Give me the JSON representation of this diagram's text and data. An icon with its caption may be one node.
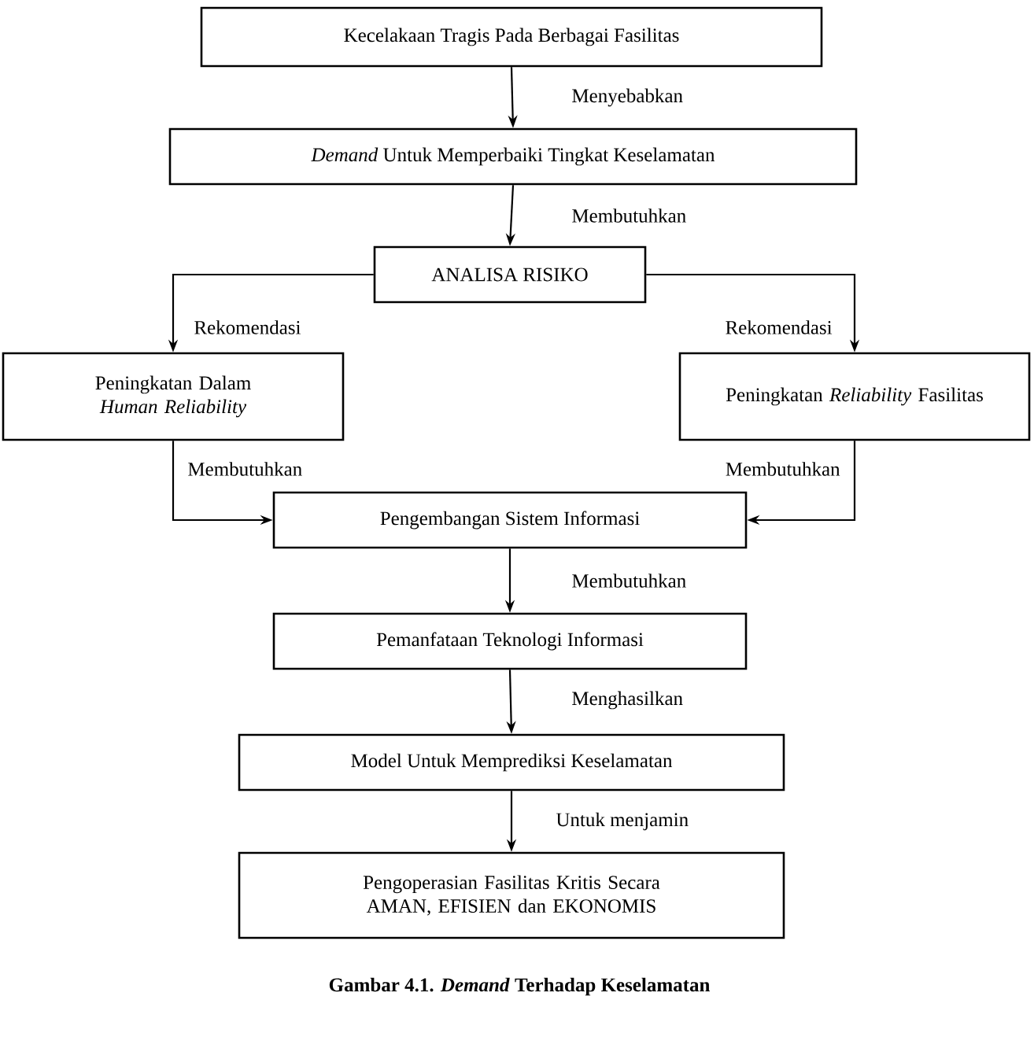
{
  "diagram": {
    "caption": "Gambar 4.1. *Demand* Terhadap Keselamatan",
    "nodes": [
      {
        "text": [
          "Kecelakaan Tragis Pada Berbagai Fasilitas"
        ]
      },
      {
        "text": [
          "*Demand* Untuk Memperbaiki Tingkat Keselamatan"
        ]
      },
      {
        "text": [
          "ANALISA RISIKO"
        ]
      },
      {
        "text": [
          "Peningkatan Dalam *Human Reliability*"
        ]
      },
      {
        "text": [
          "Peningkatan *Reliability* Fasilitas"
        ]
      },
      {
        "text": [
          "Pengembangan Sistem Informasi"
        ]
      },
      {
        "text": [
          "Pemanfataan Teknologi Informasi"
        ]
      },
      {
        "text": [
          "Model Untuk Memprediksi Keselamatan"
        ]
      },
      {
        "text": [
          "Pengoperasian Fasilitas Kritis Secara AMAN, EFISIEN dan EKONOMIS"
        ]
      }
    ],
    "edges": [
      {
        "from": 0,
        "to": 1,
        "arrow": "to",
        "label": "Menyebabkan"
      },
      {
        "from": 1,
        "to": 2,
        "arrow": "to",
        "label": "Membutuhkan"
      },
      {
        "from": 2,
        "to": 3,
        "arrow": "to",
        "label": "Rekomendasi"
      },
      {
        "from": 2,
        "to": 4,
        "arrow": "to",
        "label": "Rekomendasi"
      },
      {
        "from": 3,
        "to": 5,
        "arrow": "to",
        "label": "Membutuhkan"
      },
      {
        "from": 4,
        "to": 5,
        "arrow": "to",
        "label": "Membutuhkan"
      },
      {
        "from": 5,
        "to": 6,
        "arrow": "to",
        "label": "Membutuhkan"
      },
      {
        "from": 6,
        "to": 7,
        "arrow": "to",
        "label": "Menghasilkan"
      },
      {
        "from": 7,
        "to": 8,
        "arrow": "to",
        "label": "Untuk menjamin"
      }
    ]
  }
}
